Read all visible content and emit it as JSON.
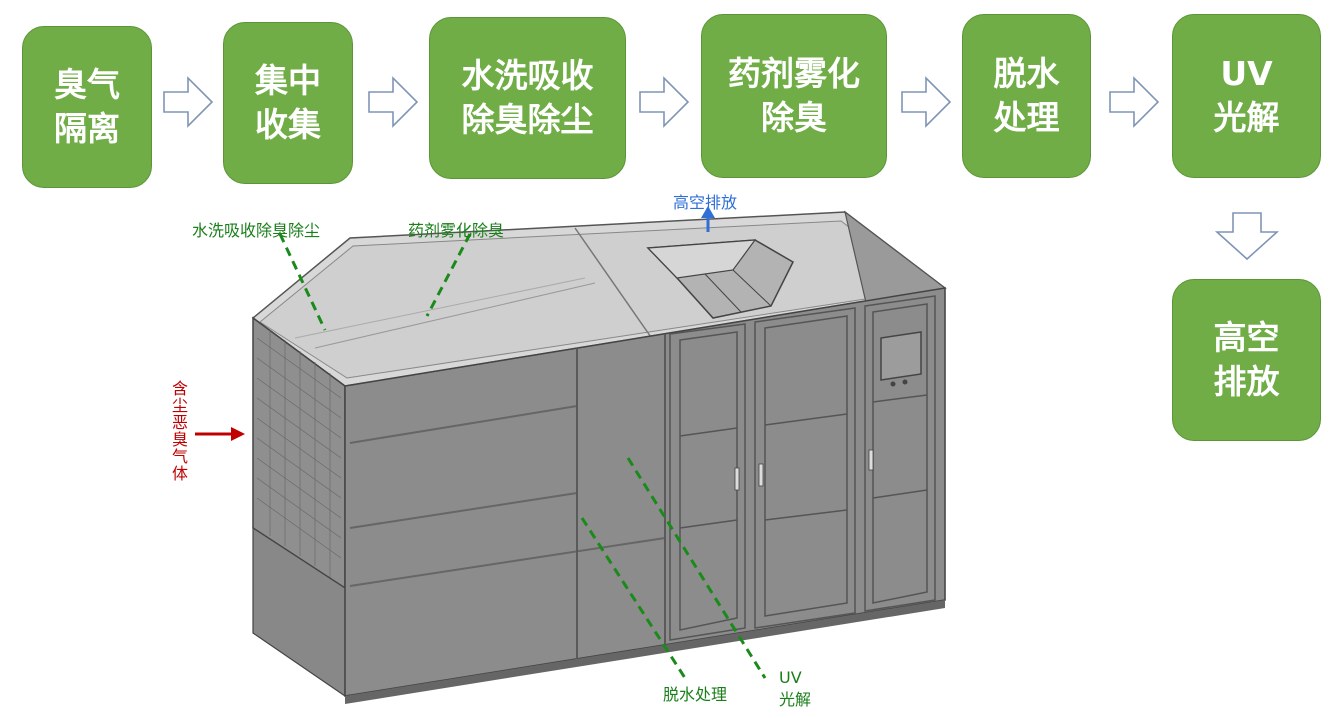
{
  "steps": [
    {
      "label": "臭气\n隔离"
    },
    {
      "label": "集中\n收集"
    },
    {
      "label": "水洗吸收\n除臭除尘"
    },
    {
      "label": "药剂雾化\n除臭"
    },
    {
      "label": "脱水\n处理"
    },
    {
      "label": "UV\n光解"
    },
    {
      "label": "高空\n排放"
    }
  ],
  "annotations": {
    "water_wash": "水洗吸收除臭除尘",
    "spray": "药剂雾化除臭",
    "exhaust": "高空排放",
    "inlet": "含尘恶臭气体",
    "dewater": "脱水处理",
    "uv": "UV\n光解"
  },
  "colors": {
    "step_fill": "#70ad47",
    "leader_line": "#1a8a1a",
    "exhaust_arrow": "#2f6fd6",
    "inlet_arrow": "#c00000"
  }
}
